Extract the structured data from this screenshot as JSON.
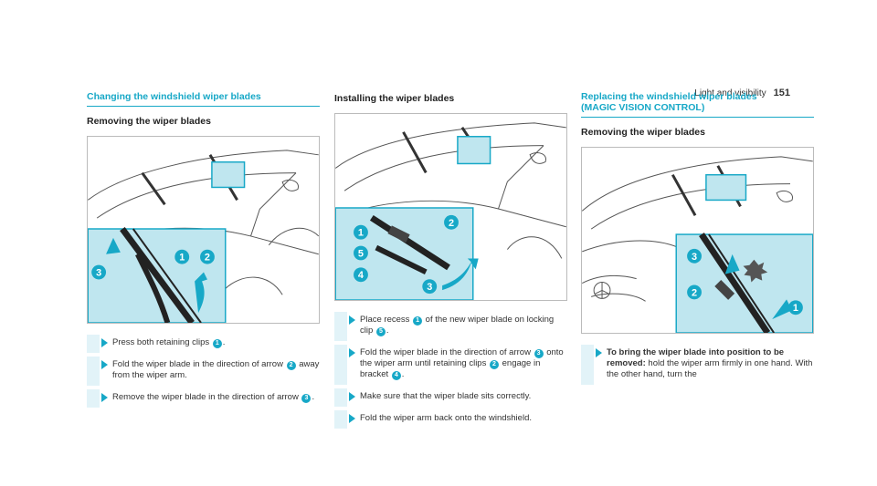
{
  "header": {
    "section": "Light and visibility",
    "page_number": "151"
  },
  "col1": {
    "title": "Changing the windshield wiper blades",
    "subtitle": "Removing the wiper blades",
    "callouts": [
      "1",
      "2",
      "3"
    ],
    "steps": [
      {
        "pre": "Press both retaining clips",
        "badge": "1",
        "post": "."
      },
      {
        "pre": "Fold the wiper blade in the direction of arrow",
        "badge": "2",
        "post": "away from the wiper arm."
      },
      {
        "pre": "Remove the wiper blade in the direction of arrow",
        "badge": "3",
        "post": "."
      }
    ]
  },
  "col2": {
    "subtitle": "Installing the wiper blades",
    "callouts": [
      "1",
      "2",
      "5",
      "4",
      "3"
    ],
    "steps": [
      {
        "pre": "Place recess",
        "badge": "1",
        "mid": "of the new wiper blade on locking clip",
        "badge2": "5",
        "post": "."
      },
      {
        "pre": "Fold the wiper blade in the direction of arrow",
        "badge": "3",
        "mid": "onto the wiper arm until retaining clips",
        "badge2": "2",
        "post": "engage in bracket",
        "badge3": "4",
        "post2": "."
      },
      {
        "pre": "Make sure that the wiper blade sits correctly.",
        "badge": "",
        "post": ""
      },
      {
        "pre": "Fold the wiper arm back onto the windshield.",
        "badge": "",
        "post": ""
      }
    ]
  },
  "col3": {
    "title_line1": "Replacing the windshield wiper blades",
    "title_line2": "(MAGIC VISION CONTROL)",
    "subtitle": "Removing the wiper blades",
    "callouts": [
      "3",
      "2",
      "1"
    ],
    "step": {
      "bold": "To bring the wiper blade into position to be removed:",
      "text": "hold the wiper arm firmly in one hand. With the other hand, turn the"
    }
  },
  "colors": {
    "accent": "#17a8c7",
    "highlight_box": "#bfe6ef"
  }
}
